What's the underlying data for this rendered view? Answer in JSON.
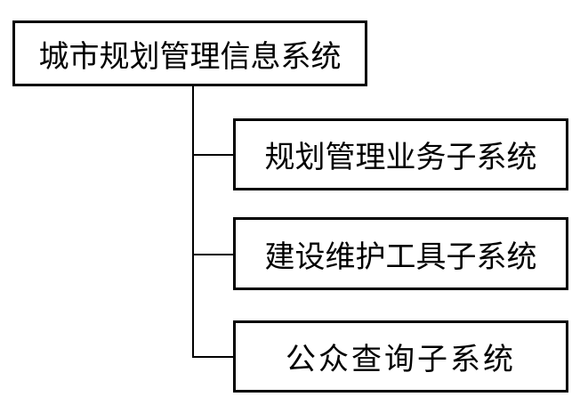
{
  "diagram": {
    "root": {
      "label": "城市规划管理信息系统"
    },
    "children": [
      {
        "label": "规划管理业务子系统"
      },
      {
        "label": "建设维护工具子系统"
      },
      {
        "label": "公众查询子系统"
      }
    ]
  }
}
